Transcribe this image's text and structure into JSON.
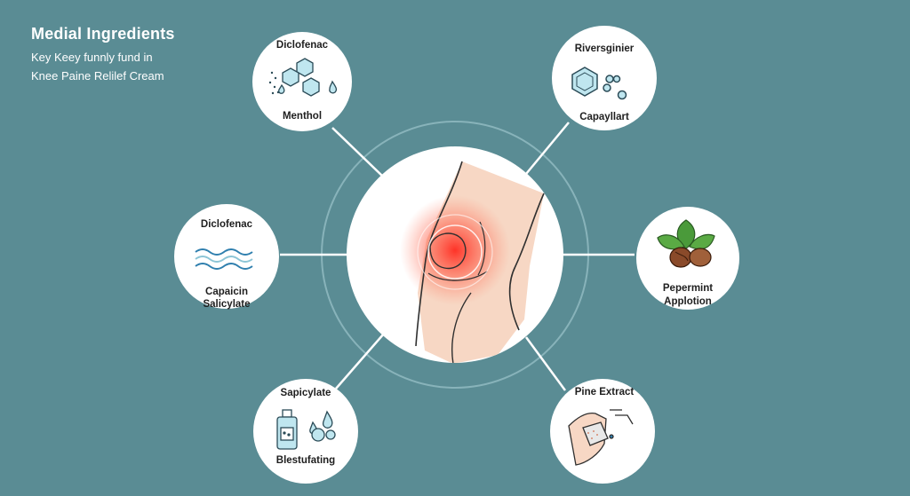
{
  "header": {
    "title": "Medial Ingredients",
    "subtitle_line1": "Key Keey funnly fund in",
    "subtitle_line2": "Knee Paine Relilef Cream"
  },
  "nodes": {
    "top_left": {
      "top_label": "Diclofenac",
      "bottom_label": "Menthol",
      "icon": "hexagon-molecule-icon"
    },
    "top_right": {
      "top_label": "Riversginier",
      "bottom_label": "Capayllart",
      "icon": "molecule-icon"
    },
    "mid_left": {
      "top_label": "Diclofenac",
      "bottom_label_1": "Capaicin",
      "bottom_label_2": "Salicylate",
      "icon": "waves-icon"
    },
    "mid_right": {
      "top_label_1": "Pepermint",
      "top_label_2": "Applotion",
      "icon": "leaves-nuts-icon"
    },
    "bottom_left": {
      "top_label": "Sapicylate",
      "bottom_label": "Blestufating",
      "icon": "bottle-drops-icon"
    },
    "bottom_right": {
      "top_label": "Pine Extract",
      "icon": "hand-cream-icon"
    }
  },
  "colors": {
    "background": "#5a8c94",
    "circle": "#ffffff",
    "icon_fill": "#bfe6ef",
    "icon_stroke": "#2b4b57",
    "pain_glow": "#ff3b2f",
    "skin": "#f7d7c4"
  }
}
